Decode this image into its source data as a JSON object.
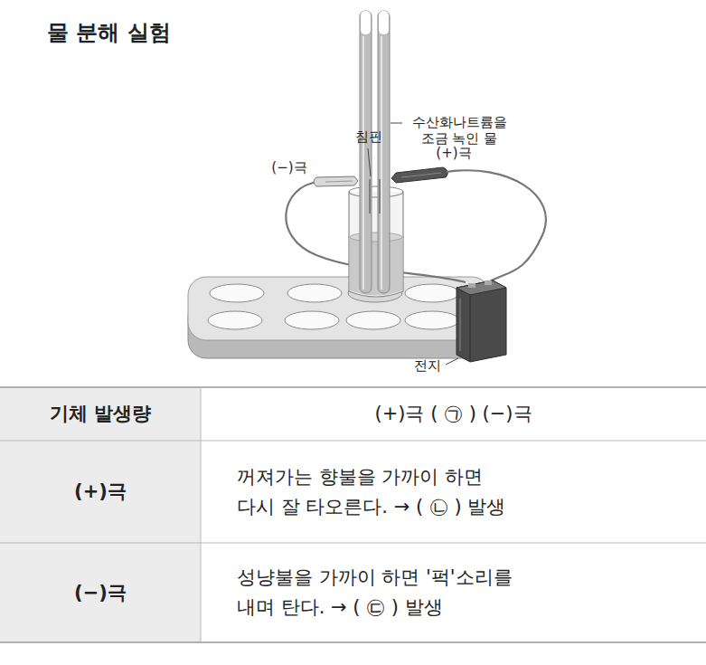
{
  "diagram": {
    "title": "물 분해 실험",
    "labels": [
      "수산화나트륨을 조금 녹인 물",
      "침핀",
      "(−)극",
      "(+)극",
      "전지",
      "기체 발생량",
      "(+)극 ( ㉠ ) (−)극",
      "(+)극",
      "꺼져가는 향불을 가까이 하면 다시 잘 타오른다. → ( ㉡ ) 발생",
      "(−)극",
      "성냥불을 가까이 하면 '퍽'소리를 내며 탄다. → ( ㉢ ) 발생"
    ]
  }
}
